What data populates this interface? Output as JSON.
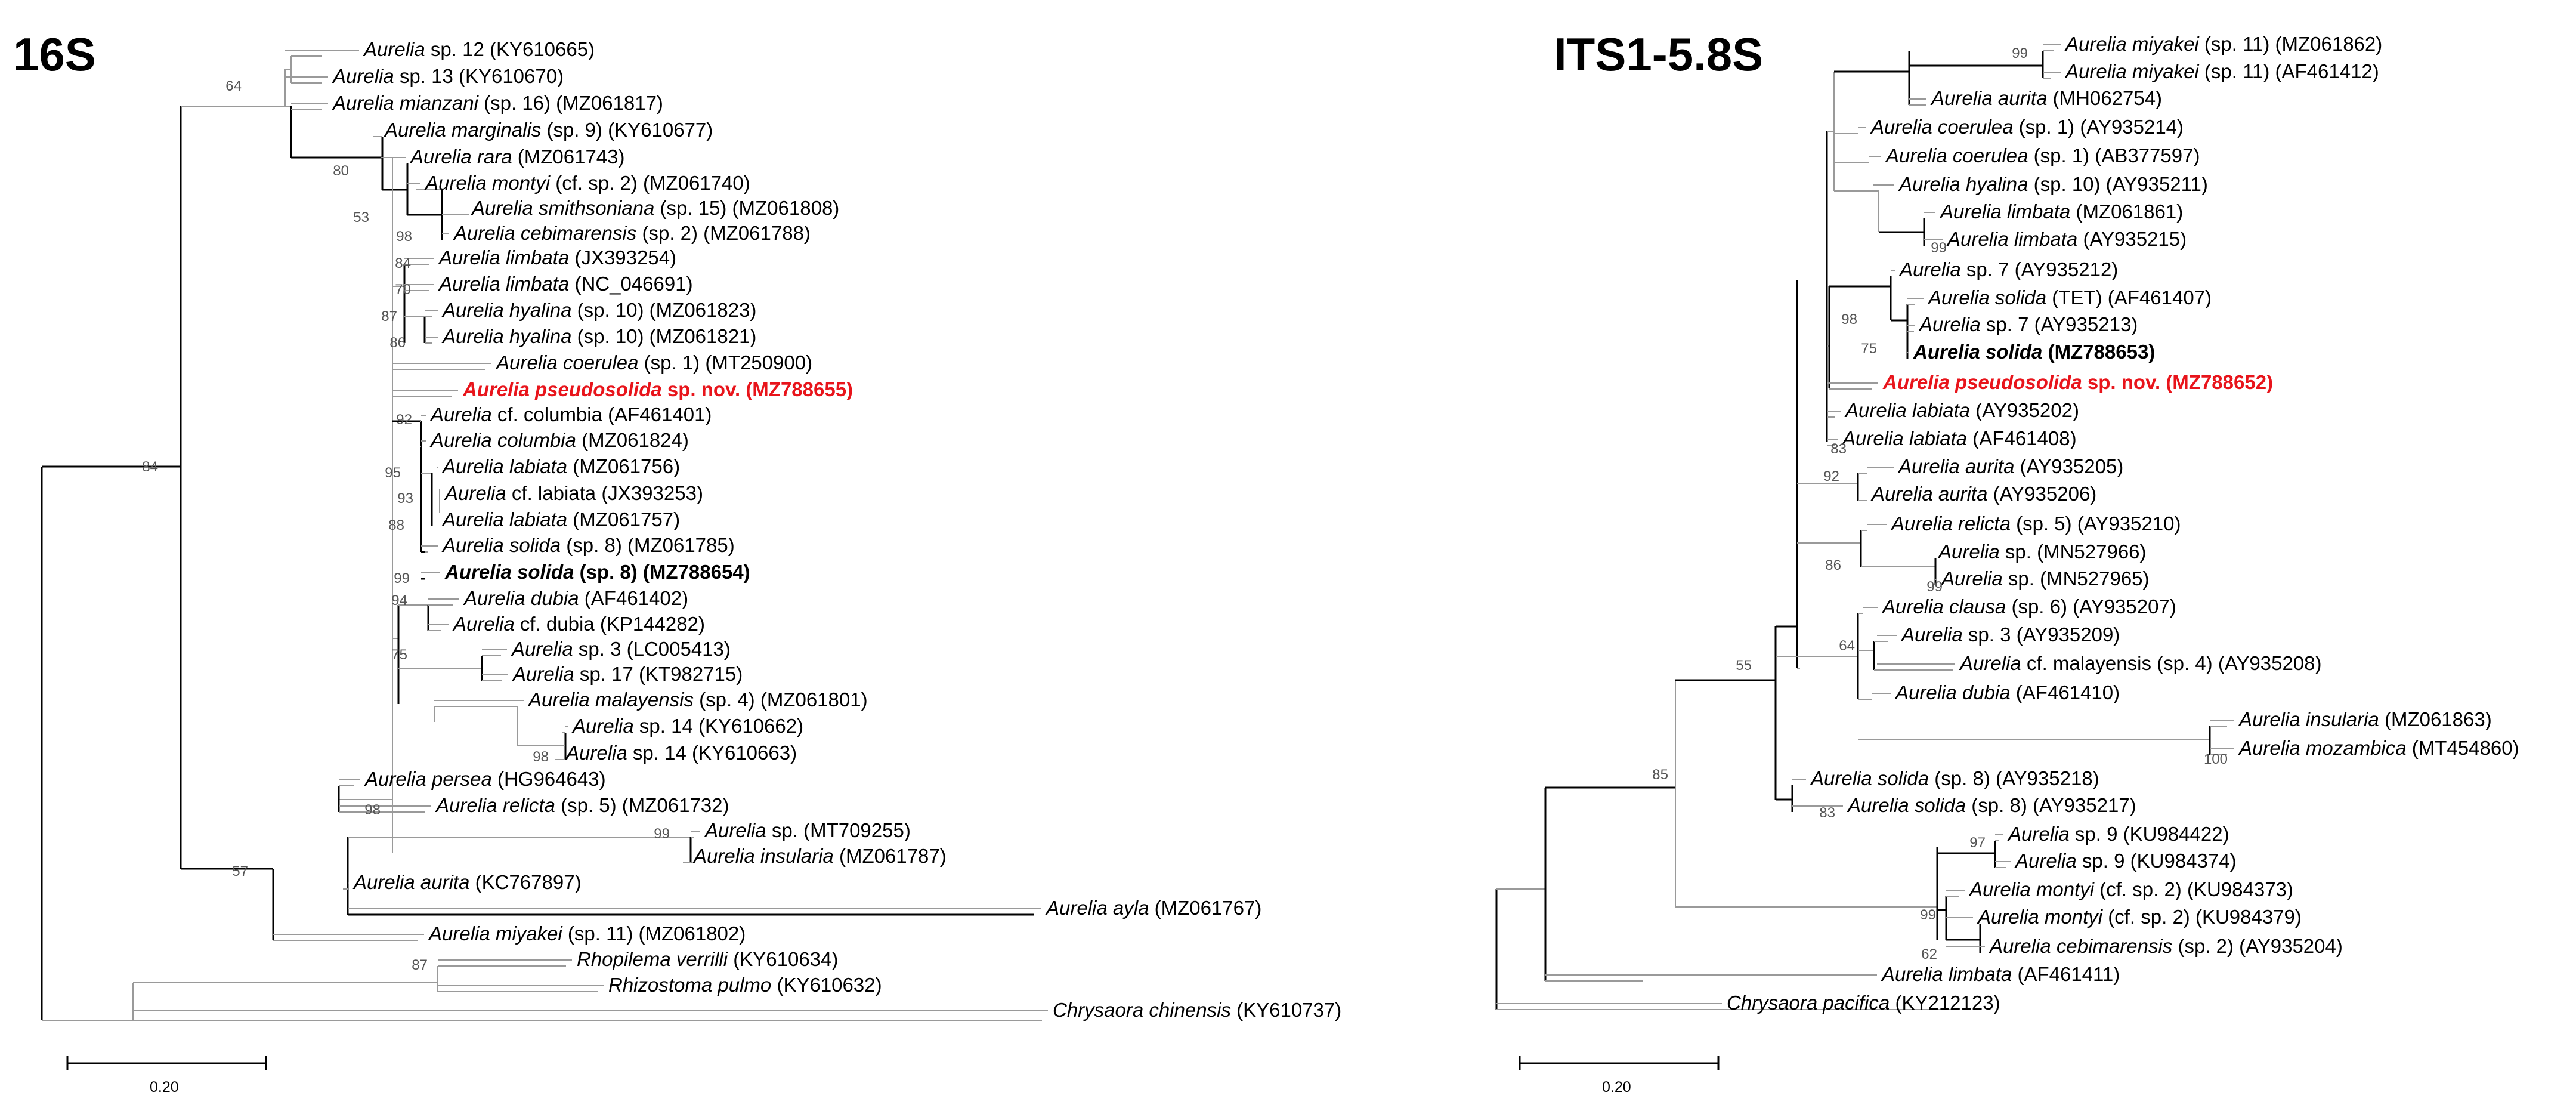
{
  "panels": [
    {
      "id": "16s",
      "title": "16S",
      "scale_label": "0.20",
      "leaves": [
        {
          "genus": "Aurelia",
          "rest": " sp. 12 (KY610665)"
        },
        {
          "genus": "Aurelia",
          "rest": " sp. 13 (KY610670)"
        },
        {
          "genus": "Aurelia mianzani",
          "rest": " (sp. 16) (MZ061817)"
        },
        {
          "genus": "Aurelia marginalis",
          "rest": " (sp. 9) (KY610677)"
        },
        {
          "genus": "Aurelia rara",
          "rest": " (MZ061743)"
        },
        {
          "genus": "Aurelia montyi",
          "rest": " (cf. sp. 2) (MZ061740)"
        },
        {
          "genus": "Aurelia smithsoniana",
          "rest": " (sp. 15) (MZ061808)"
        },
        {
          "genus": "Aurelia cebimarensis",
          "rest": " (sp. 2) (MZ061788)"
        },
        {
          "genus": "Aurelia limbata",
          "rest": " (JX393254)"
        },
        {
          "genus": "Aurelia limbata",
          "rest": " (NC_046691)"
        },
        {
          "genus": "Aurelia hyalina",
          "rest": " (sp. 10) (MZ061823)"
        },
        {
          "genus": "Aurelia hyalina",
          "rest": " (sp. 10) (MZ061821)"
        },
        {
          "genus": "Aurelia coerulea",
          "rest": " (sp. 1) (MT250900)"
        },
        {
          "genus": "Aurelia pseudosolida",
          "rest": " sp. nov. (MZ788655)",
          "style": "red"
        },
        {
          "genus": "Aurelia",
          "rest": " cf. columbia (AF461401)"
        },
        {
          "genus": "Aurelia columbia",
          "rest": " (MZ061824)"
        },
        {
          "genus": "Aurelia labiata",
          "rest": " (MZ061756)"
        },
        {
          "genus": "Aurelia",
          "rest": " cf. labiata (JX393253)"
        },
        {
          "genus": "Aurelia labiata",
          "rest": " (MZ061757)"
        },
        {
          "genus": "Aurelia solida",
          "rest": " (sp. 8) (MZ061785)"
        },
        {
          "genus": "Aurelia solida",
          "rest": " (sp. 8) (MZ788654)",
          "style": "bold"
        },
        {
          "genus": "Aurelia dubia",
          "rest": " (AF461402)"
        },
        {
          "genus": "Aurelia",
          "rest": " cf. dubia (KP144282)"
        },
        {
          "genus": "Aurelia",
          "rest": " sp. 3 (LC005413)"
        },
        {
          "genus": "Aurelia",
          "rest": " sp. 17 (KT982715)"
        },
        {
          "genus": "Aurelia malayensis",
          "rest": " (sp. 4) (MZ061801)"
        },
        {
          "genus": "Aurelia",
          "rest": " sp. 14 (KY610662)"
        },
        {
          "genus": "Aurelia",
          "rest": " sp. 14 (KY610663)"
        },
        {
          "genus": "Aurelia persea",
          "rest": " (HG964643)"
        },
        {
          "genus": "Aurelia relicta",
          "rest": " (sp. 5) (MZ061732)"
        },
        {
          "genus": "Aurelia",
          "rest": " sp. (MT709255)"
        },
        {
          "genus": "Aurelia insularia",
          "rest": " (MZ061787)"
        },
        {
          "genus": "Aurelia aurita",
          "rest": " (KC767897)"
        },
        {
          "genus": "Aurelia ayla",
          "rest": " (MZ061767)"
        },
        {
          "genus": "Aurelia miyakei",
          "rest": " (sp. 11) (MZ061802)"
        },
        {
          "genus": "Rhopilema verrilli",
          "rest": " (KY610634)"
        },
        {
          "genus": "Rhizostoma pulmo",
          "rest": " (KY610632)"
        },
        {
          "genus": "Chrysaora chinensis",
          "rest": " (KY610737)"
        }
      ],
      "bootstrap": [
        "64",
        "80",
        "53",
        "98",
        "84",
        "70",
        "87",
        "86",
        "92",
        "95",
        "93",
        "88",
        "99",
        "94",
        "75",
        "98",
        "98",
        "99",
        "57",
        "84",
        "87"
      ]
    },
    {
      "id": "its",
      "title": "ITS1-5.8S",
      "scale_label": "0.20",
      "leaves": [
        {
          "genus": "Aurelia miyakei",
          "rest": " (sp. 11) (MZ061862)"
        },
        {
          "genus": "Aurelia miyakei",
          "rest": " (sp. 11) (AF461412)"
        },
        {
          "genus": "Aurelia aurita",
          "rest": " (MH062754)"
        },
        {
          "genus": "Aurelia coerulea",
          "rest": " (sp. 1) (AY935214)"
        },
        {
          "genus": "Aurelia coerulea",
          "rest": " (sp. 1) (AB377597)"
        },
        {
          "genus": "Aurelia hyalina",
          "rest": " (sp. 10) (AY935211)"
        },
        {
          "genus": "Aurelia limbata",
          "rest": " (MZ061861)"
        },
        {
          "genus": "Aurelia limbata",
          "rest": " (AY935215)"
        },
        {
          "genus": "Aurelia",
          "rest": " sp. 7 (AY935212)"
        },
        {
          "genus": "Aurelia solida",
          "rest": " (TET) (AF461407)"
        },
        {
          "genus": "Aurelia",
          "rest": " sp. 7 (AY935213)"
        },
        {
          "genus": "Aurelia solida",
          "rest": " (MZ788653)",
          "style": "bold"
        },
        {
          "genus": "Aurelia pseudosolida",
          "rest": " sp. nov. (MZ788652)",
          "style": "red"
        },
        {
          "genus": "Aurelia labiata",
          "rest": " (AY935202)"
        },
        {
          "genus": "Aurelia labiata",
          "rest": " (AF461408)"
        },
        {
          "genus": "Aurelia aurita",
          "rest": " (AY935205)"
        },
        {
          "genus": "Aurelia aurita",
          "rest": " (AY935206)"
        },
        {
          "genus": "Aurelia relicta",
          "rest": " (sp. 5) (AY935210)"
        },
        {
          "genus": "Aurelia",
          "rest": " sp. (MN527966)"
        },
        {
          "genus": "Aurelia",
          "rest": " sp. (MN527965)"
        },
        {
          "genus": "Aurelia clausa",
          "rest": " (sp. 6) (AY935207)"
        },
        {
          "genus": "Aurelia",
          "rest": " sp. 3 (AY935209)"
        },
        {
          "genus": "Aurelia",
          "rest": " cf. malayensis (sp. 4) (AY935208)"
        },
        {
          "genus": "Aurelia dubia",
          "rest": " (AF461410)"
        },
        {
          "genus": "Aurelia insularia",
          "rest": " (MZ061863)"
        },
        {
          "genus": "Aurelia mozambica",
          "rest": " (MT454860)"
        },
        {
          "genus": "Aurelia solida",
          "rest": " (sp. 8) (AY935218)"
        },
        {
          "genus": "Aurelia solida",
          "rest": " (sp. 8) (AY935217)"
        },
        {
          "genus": "Aurelia",
          "rest": " sp. 9 (KU984422)"
        },
        {
          "genus": "Aurelia",
          "rest": " sp. 9 (KU984374)"
        },
        {
          "genus": "Aurelia montyi",
          "rest": " (cf. sp. 2) (KU984373)"
        },
        {
          "genus": "Aurelia montyi",
          "rest": " (cf. sp. 2) (KU984379)"
        },
        {
          "genus": "Aurelia cebimarensis",
          "rest": " (sp. 2) (AY935204)"
        },
        {
          "genus": "Aurelia limbata",
          "rest": " (AF461411)"
        },
        {
          "genus": "Chrysaora pacifica",
          "rest": " (KY212123)"
        }
      ],
      "bootstrap": [
        "99",
        "99",
        "98",
        "75",
        "83",
        "92",
        "86",
        "99",
        "64",
        "100",
        "55",
        "83",
        "97",
        "99",
        "62",
        "85"
      ]
    }
  ]
}
